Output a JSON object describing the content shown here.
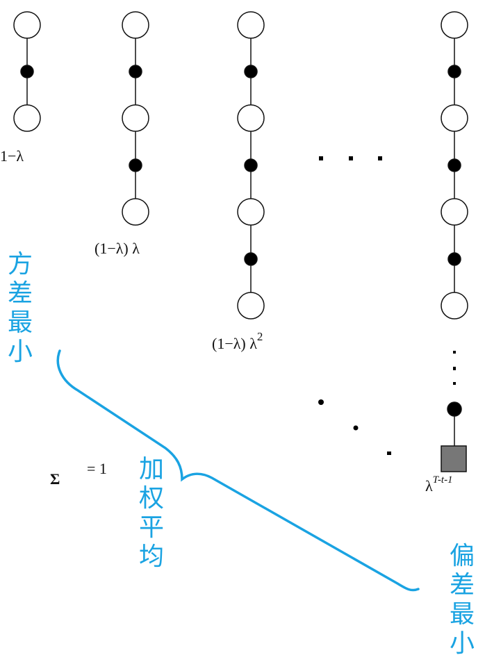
{
  "labels": {
    "col1": "1−λ",
    "col2": "(1−λ) λ",
    "col3_base": "(1−λ) λ",
    "col3_exp": "2",
    "col4_base": "λ",
    "col4_exp": "T-t-1",
    "sum_symbol": "Σ",
    "sum_rest": "= 1"
  },
  "annotations": {
    "variance_min": [
      "方",
      "差",
      "最",
      "小"
    ],
    "weighted_avg": [
      "加",
      "权",
      "平",
      "均"
    ],
    "bias_min": [
      "偏",
      "差",
      "最",
      "小"
    ]
  },
  "colors": {
    "annotation": "#1aa3e2",
    "square_fill": "#777777"
  }
}
